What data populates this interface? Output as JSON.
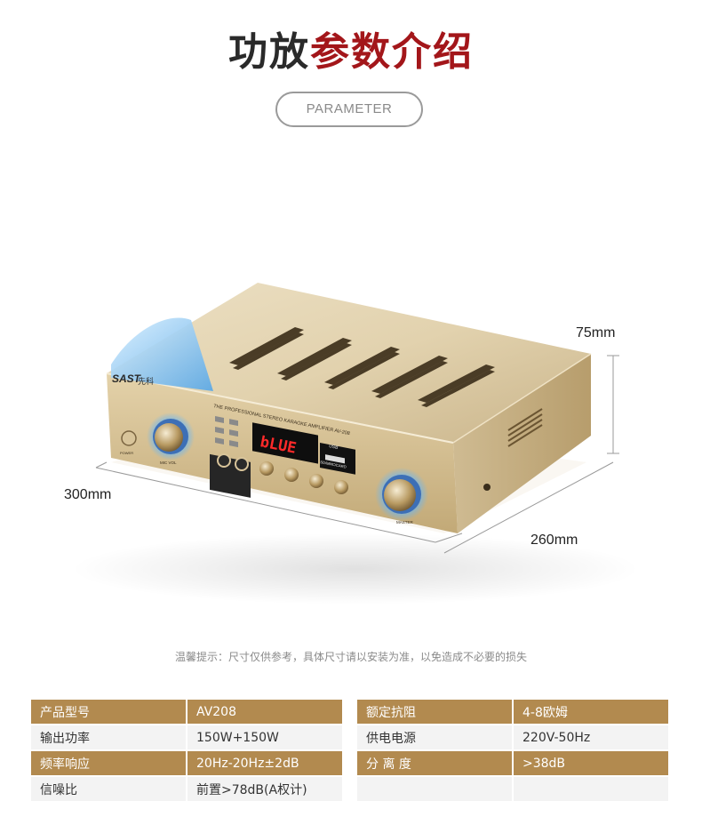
{
  "title": {
    "part1": "功放",
    "part2": "参数介绍"
  },
  "subtitle": "PARAMETER",
  "dimensions": {
    "height": "75mm",
    "width": "300mm",
    "depth": "260mm"
  },
  "device": {
    "brand": "SAST",
    "brand_cn": "先科",
    "model_line": "THE PROFESSIONAL STEREO KARAOKE AMPLIFIER AV-208",
    "display": "bLUE",
    "usb_label": "USB",
    "card_label": "SD/MMC/CARD",
    "left_knob_label": "MIC VOL",
    "right_knob_label": "MASTER",
    "power_label": "POWER"
  },
  "note": "温馨提示：尺寸仅供参考，具体尺寸请以安装为准，以免造成不必要的损失",
  "colors": {
    "title_dark": "#2a2a2a",
    "title_red": "#a3161a",
    "gold": "#b28a4f",
    "row_light": "#f3f3f3"
  },
  "specs_left": [
    {
      "key": "产品型号",
      "value": "AV208"
    },
    {
      "key": "输出功率",
      "value": "150W+150W"
    },
    {
      "key": "频率响应",
      "value": "20Hz-20Hz±2dB"
    },
    {
      "key": "信噪比",
      "value": "前置>78dB(A权计)"
    }
  ],
  "specs_right": [
    {
      "key": "额定抗阻",
      "value": "4-8欧姆"
    },
    {
      "key": "供电电源",
      "value": "220V-50Hz"
    },
    {
      "key": "分 离 度",
      "value": ">38dB"
    },
    {
      "key": "",
      "value": ""
    }
  ]
}
